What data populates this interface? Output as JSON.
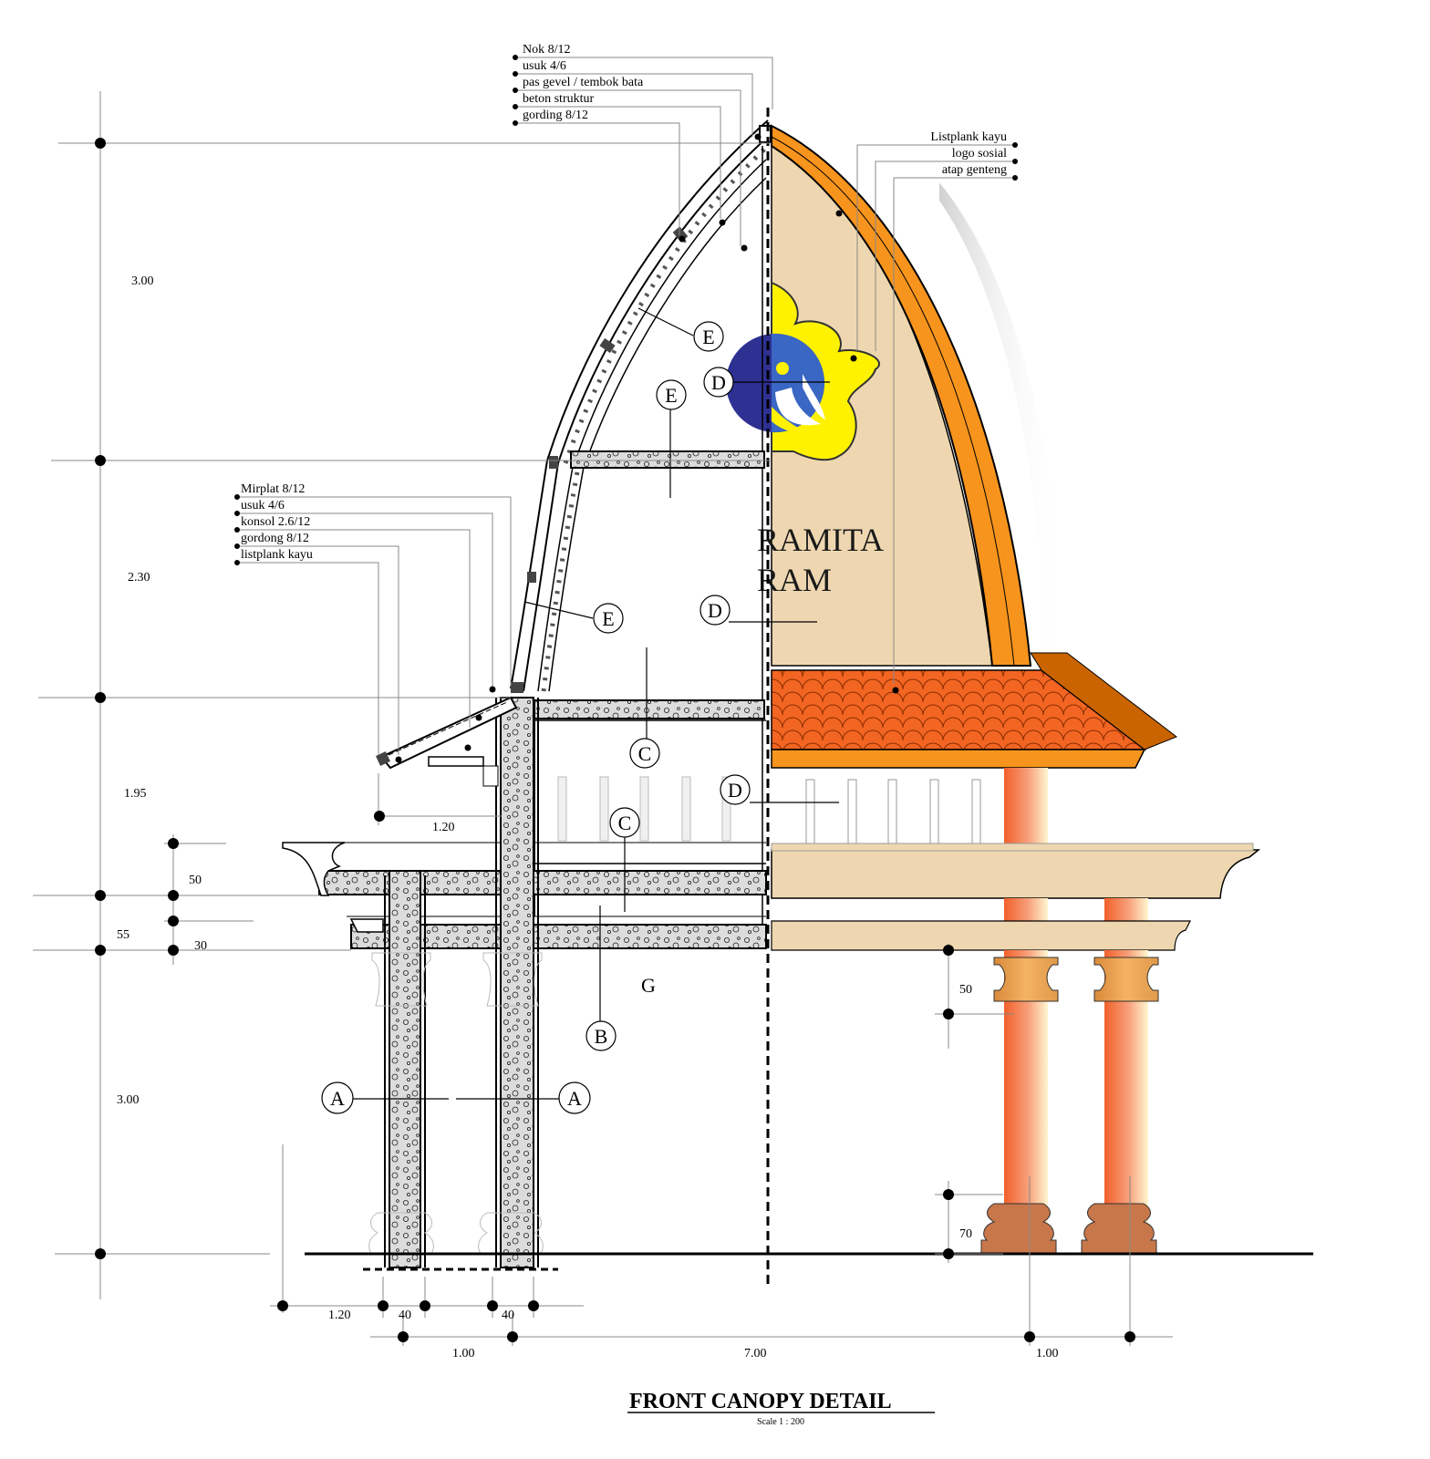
{
  "title": "FRONT CANOPY DETAIL",
  "scale": "Scale 1 : 200",
  "sign_text": [
    "RAMITA",
    "RAM"
  ],
  "top_annotations": [
    "Nok 8/12",
    "usuk 4/6",
    "pas gevel / tembok bata",
    "beton struktur",
    "gording 8/12"
  ],
  "right_annotations": [
    "Listplank kayu",
    "logo sosial",
    "atap genteng"
  ],
  "mid_annotations": [
    "Mirplat 8/12",
    "usuk 4/6",
    "konsol 2.6/12",
    "gordong 8/12",
    "listplank kayu"
  ],
  "dimensions": {
    "left_vertical": [
      "3.00",
      "2.30",
      "1.95",
      "55",
      "3.00"
    ],
    "left_small": [
      "50",
      "30"
    ],
    "canopy_projection": "1.20",
    "right_vertical": [
      "50",
      "70"
    ],
    "bottom_row1": [
      "1.20",
      "40",
      "40"
    ],
    "bottom_row2": [
      "1.00",
      "7.00",
      "1.00"
    ]
  },
  "tags": {
    "A": "A",
    "B": "B",
    "C": "C",
    "D": "D",
    "E": "E",
    "G": "G"
  },
  "colors": {
    "roof_frame": "#f7941d",
    "gable_fill": "#eed7b0",
    "roof_tile": "#f26522",
    "logo_yellow": "#fff200",
    "logo_blue": "#2e3192",
    "column": "#f47c4c"
  }
}
